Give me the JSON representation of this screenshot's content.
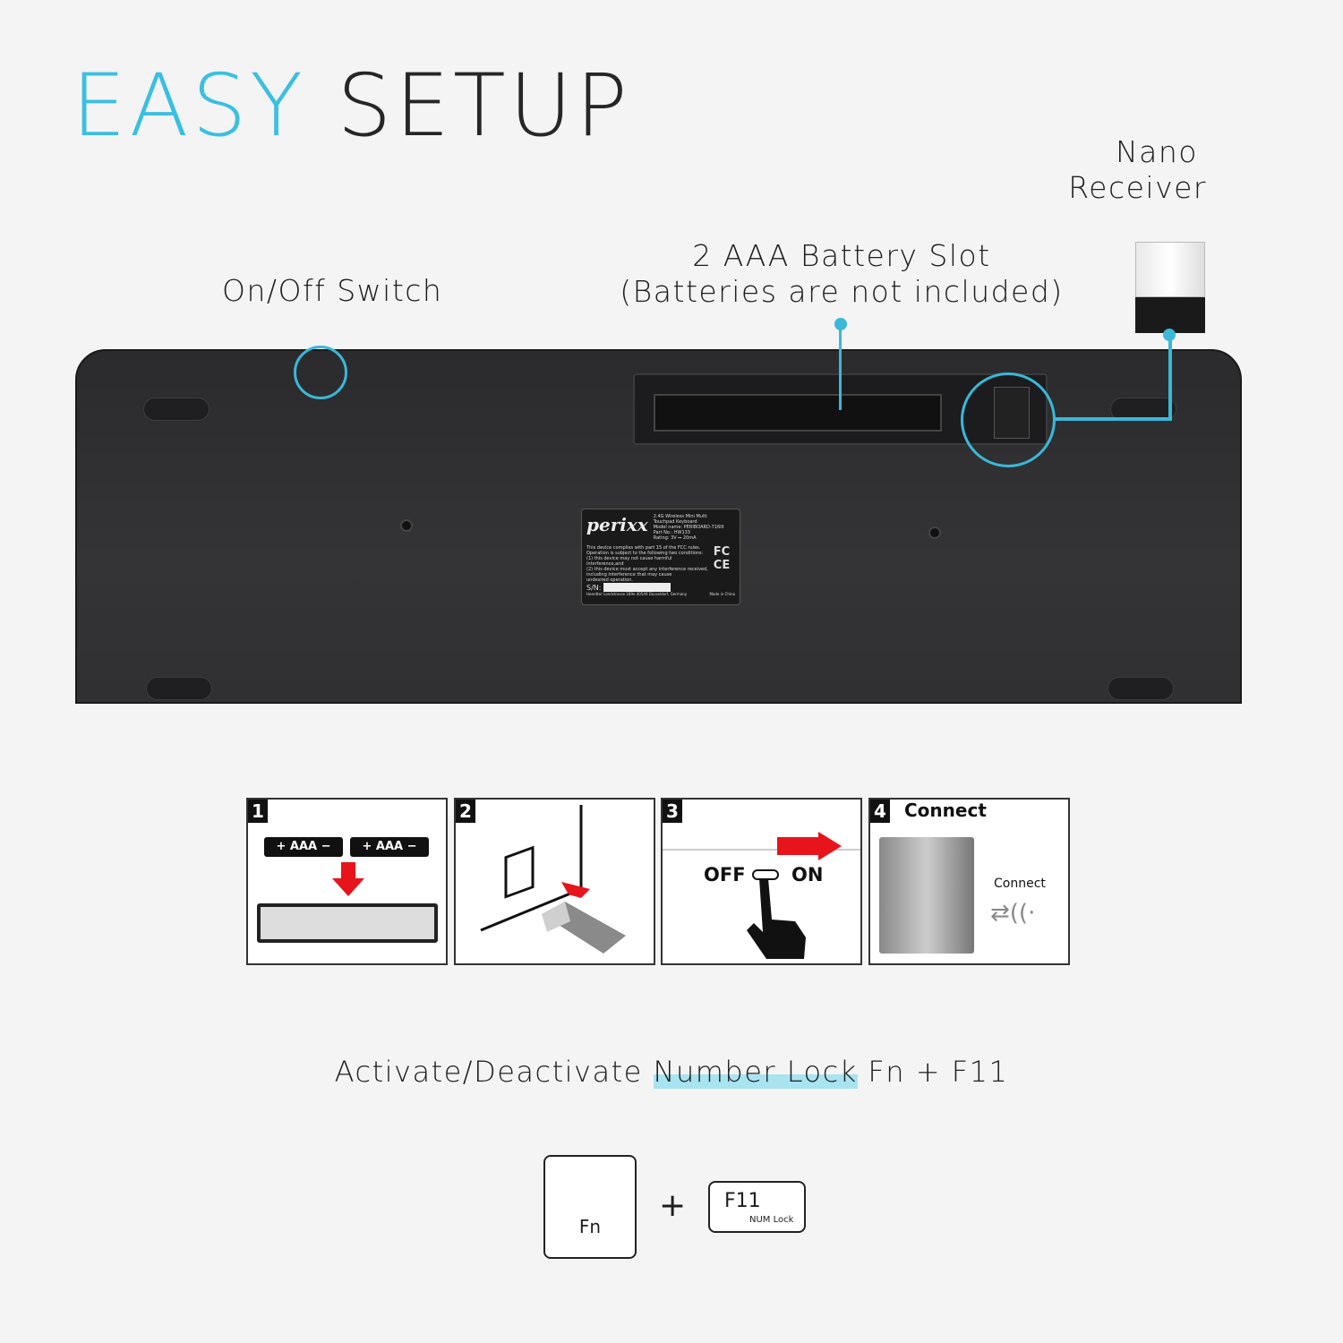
{
  "title": {
    "word1": "EASY",
    "word2": "SETUP"
  },
  "callouts": {
    "switch": "On/Off Switch",
    "battery_line1": "2 AAA Battery Slot",
    "battery_line2": "(Batteries are not included)",
    "receiver_line1": "Nano",
    "receiver_line2": "Receiver"
  },
  "device_label": {
    "brand": "perixx",
    "spec_lines": [
      "2.4G Wireless Mini Multi",
      "Touchpad Keyboard",
      "Model name: PERIBOARD-716III",
      "Part No.: HW133",
      "Rating: 3V ⎓ 20mA"
    ],
    "fcc_text": [
      "This device complies with part 15 of the FCC rules.",
      "Operation is subject to the following two conditions:",
      "(1) this device may not cause harmful interference,and",
      "(2) this device must accept any interference received,",
      "including interference that may cause",
      "undesired operation."
    ],
    "sn": "S/N:",
    "address": "Heerdter Landstrasse 189e 40549 Düsseldorf, Germany",
    "origin": "Made in China",
    "marks": [
      "FC",
      "CE"
    ]
  },
  "steps": [
    {
      "num": "1",
      "battery": "AAA"
    },
    {
      "num": "2"
    },
    {
      "num": "3",
      "off": "OFF",
      "on": "ON"
    },
    {
      "num": "4",
      "title": "Connect",
      "caption": "Connect"
    }
  ],
  "numlock": {
    "pre": "Activate/Deactivate ",
    "highlight": "Number Lock",
    "post": " Fn + F11",
    "highlight_color": "#a8e3f0"
  },
  "keys": {
    "fn": "Fn",
    "plus": "+",
    "f11": "F11",
    "f11_sub": "NUM Lock"
  },
  "colors": {
    "accent": "#3bbfe0",
    "arrow": "#e8141b"
  }
}
